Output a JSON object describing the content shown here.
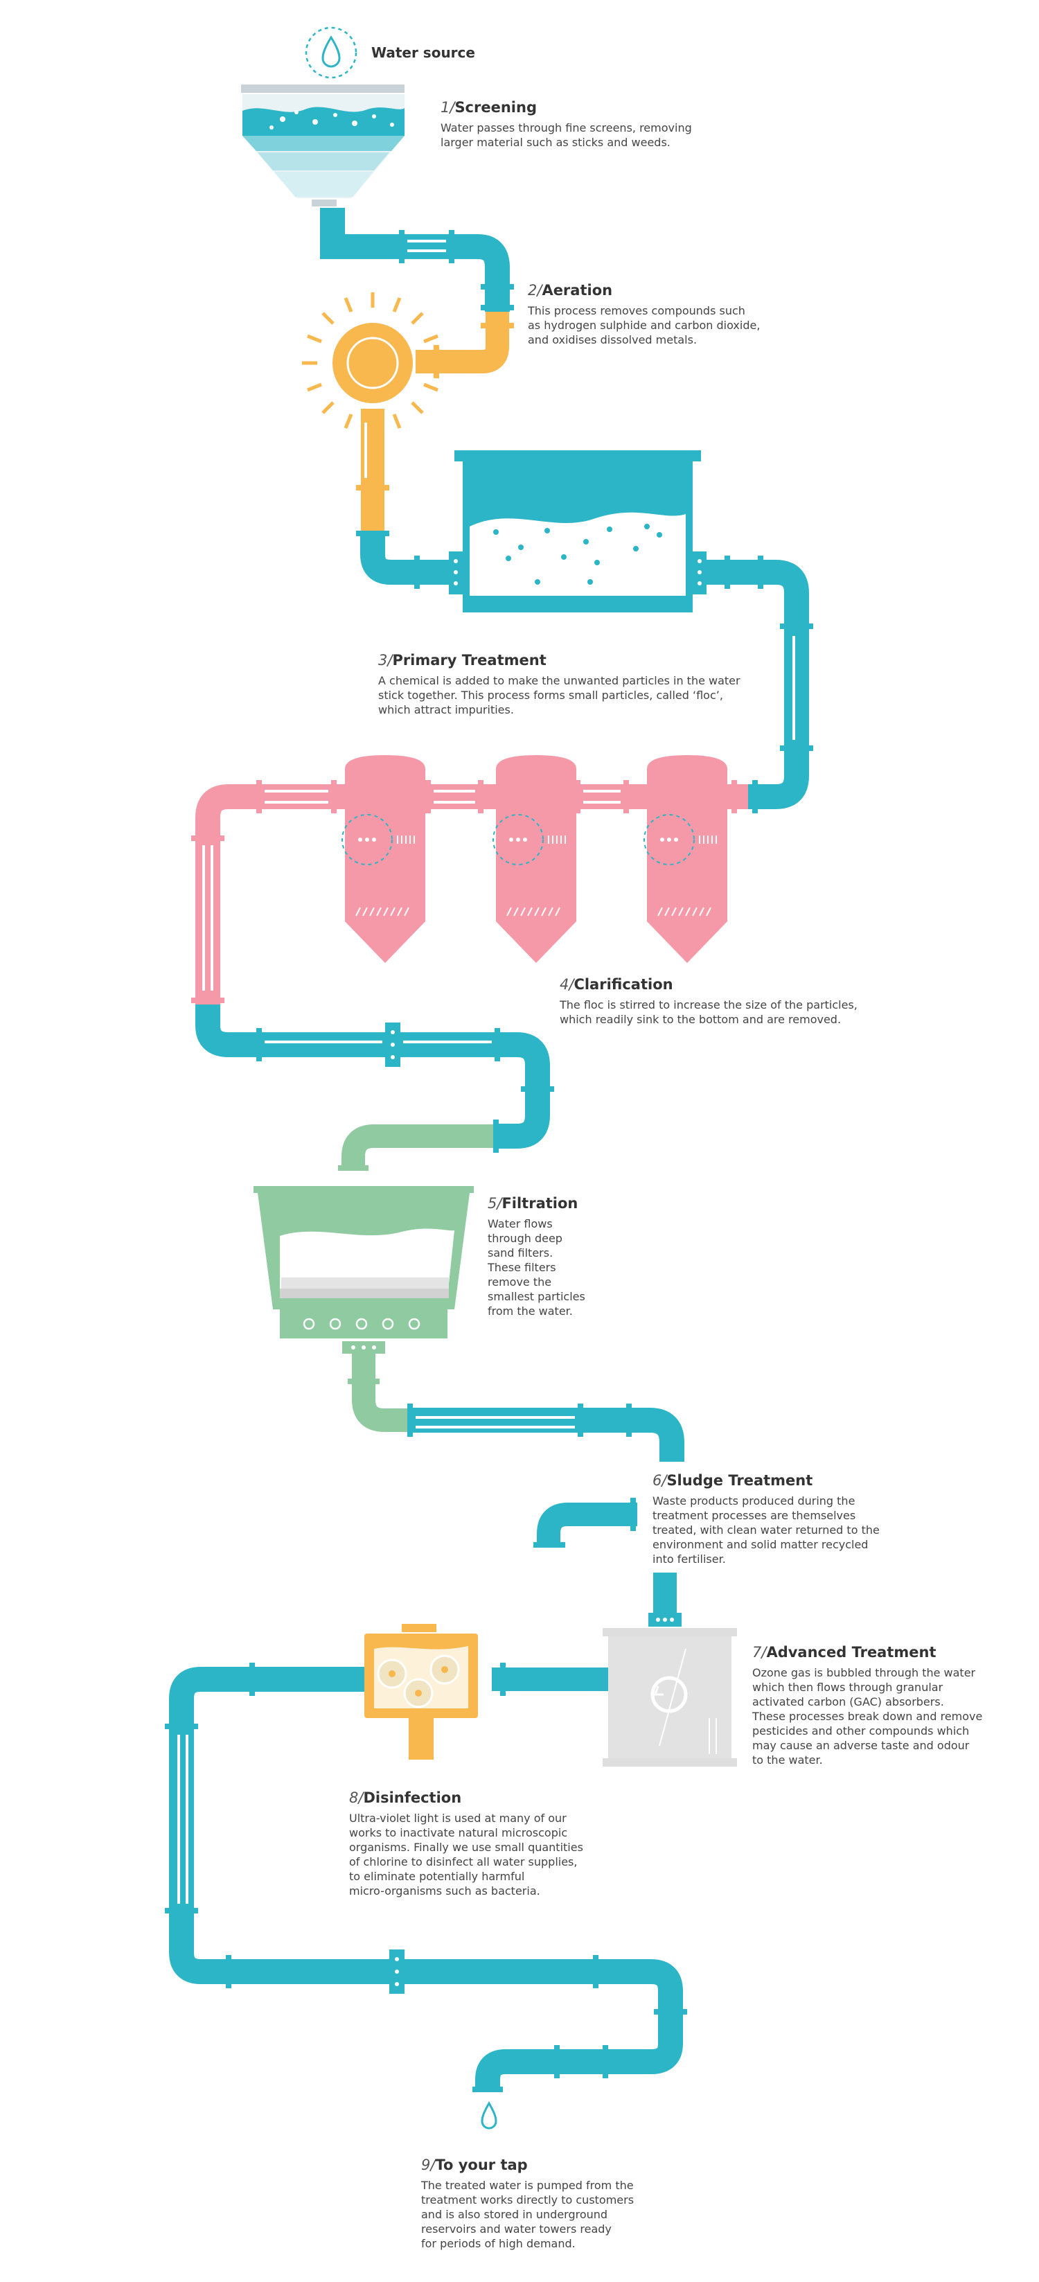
{
  "source": {
    "label": "Water source"
  },
  "steps": [
    {
      "num": "1/",
      "title": "Screening",
      "lines": [
        "Water passes through fine screens, removing",
        "larger material such as sticks and weeds."
      ]
    },
    {
      "num": "2/",
      "title": "Aeration",
      "lines": [
        "This process removes compounds such",
        "as hydrogen sulphide and carbon dioxide,",
        "and oxidises dissolved metals."
      ]
    },
    {
      "num": "3/",
      "title": "Primary Treatment",
      "lines": [
        "A chemical is added to make the unwanted particles in the water",
        "stick together. This process forms small particles, called ‘floc’,",
        "which attract impurities."
      ]
    },
    {
      "num": "4/",
      "title": "Clarification",
      "lines": [
        "The floc is stirred to increase the size of the particles,",
        "which readily sink to the bottom and are removed."
      ]
    },
    {
      "num": "5/",
      "title": "Filtration",
      "lines": [
        "Water flows",
        "through deep",
        "sand filters.",
        "These filters",
        "remove the",
        "smallest particles",
        "from the water."
      ]
    },
    {
      "num": "6/",
      "title": "Sludge Treatment",
      "lines": [
        "Waste products produced during the",
        "treatment processes are themselves",
        "treated, with clean water returned to the",
        "environment and solid matter recycled",
        "into fertiliser."
      ]
    },
    {
      "num": "7/",
      "title": "Advanced Treatment",
      "lines": [
        "Ozone gas is bubbled through the water",
        "which then flows through granular",
        "activated carbon (GAC) absorbers.",
        "These processes break down and remove",
        "pesticides and other compounds which",
        "may cause an adverse taste and odour",
        "to the water."
      ]
    },
    {
      "num": "8/",
      "title": "Disinfection",
      "lines": [
        "Ultra-violet light is used at many of our",
        "works to inactivate natural microscopic",
        "organisms. Finally we use small quantities",
        "of chlorine to disinfect all water supplies,",
        "to eliminate potentially harmful",
        "micro-organisms such as bacteria."
      ]
    },
    {
      "num": "9/",
      "title": "To your tap",
      "lines": [
        "The treated water is pumped from the",
        "treatment works directly to customers",
        "and is also stored in underground",
        "reservoirs and water towers ready",
        "for periods of high demand."
      ]
    }
  ],
  "colors": {
    "pipe_blue": "#2bb5c7",
    "pipe_orange": "#f8b84e",
    "pipe_pink": "#f599a8",
    "pipe_green": "#8fcaa1",
    "tank_grey": "#e0e0e0",
    "screen_grey": "#c8d3d8"
  },
  "icons": {
    "source": "water-drop-icon",
    "tap": "water-drop-icon"
  }
}
